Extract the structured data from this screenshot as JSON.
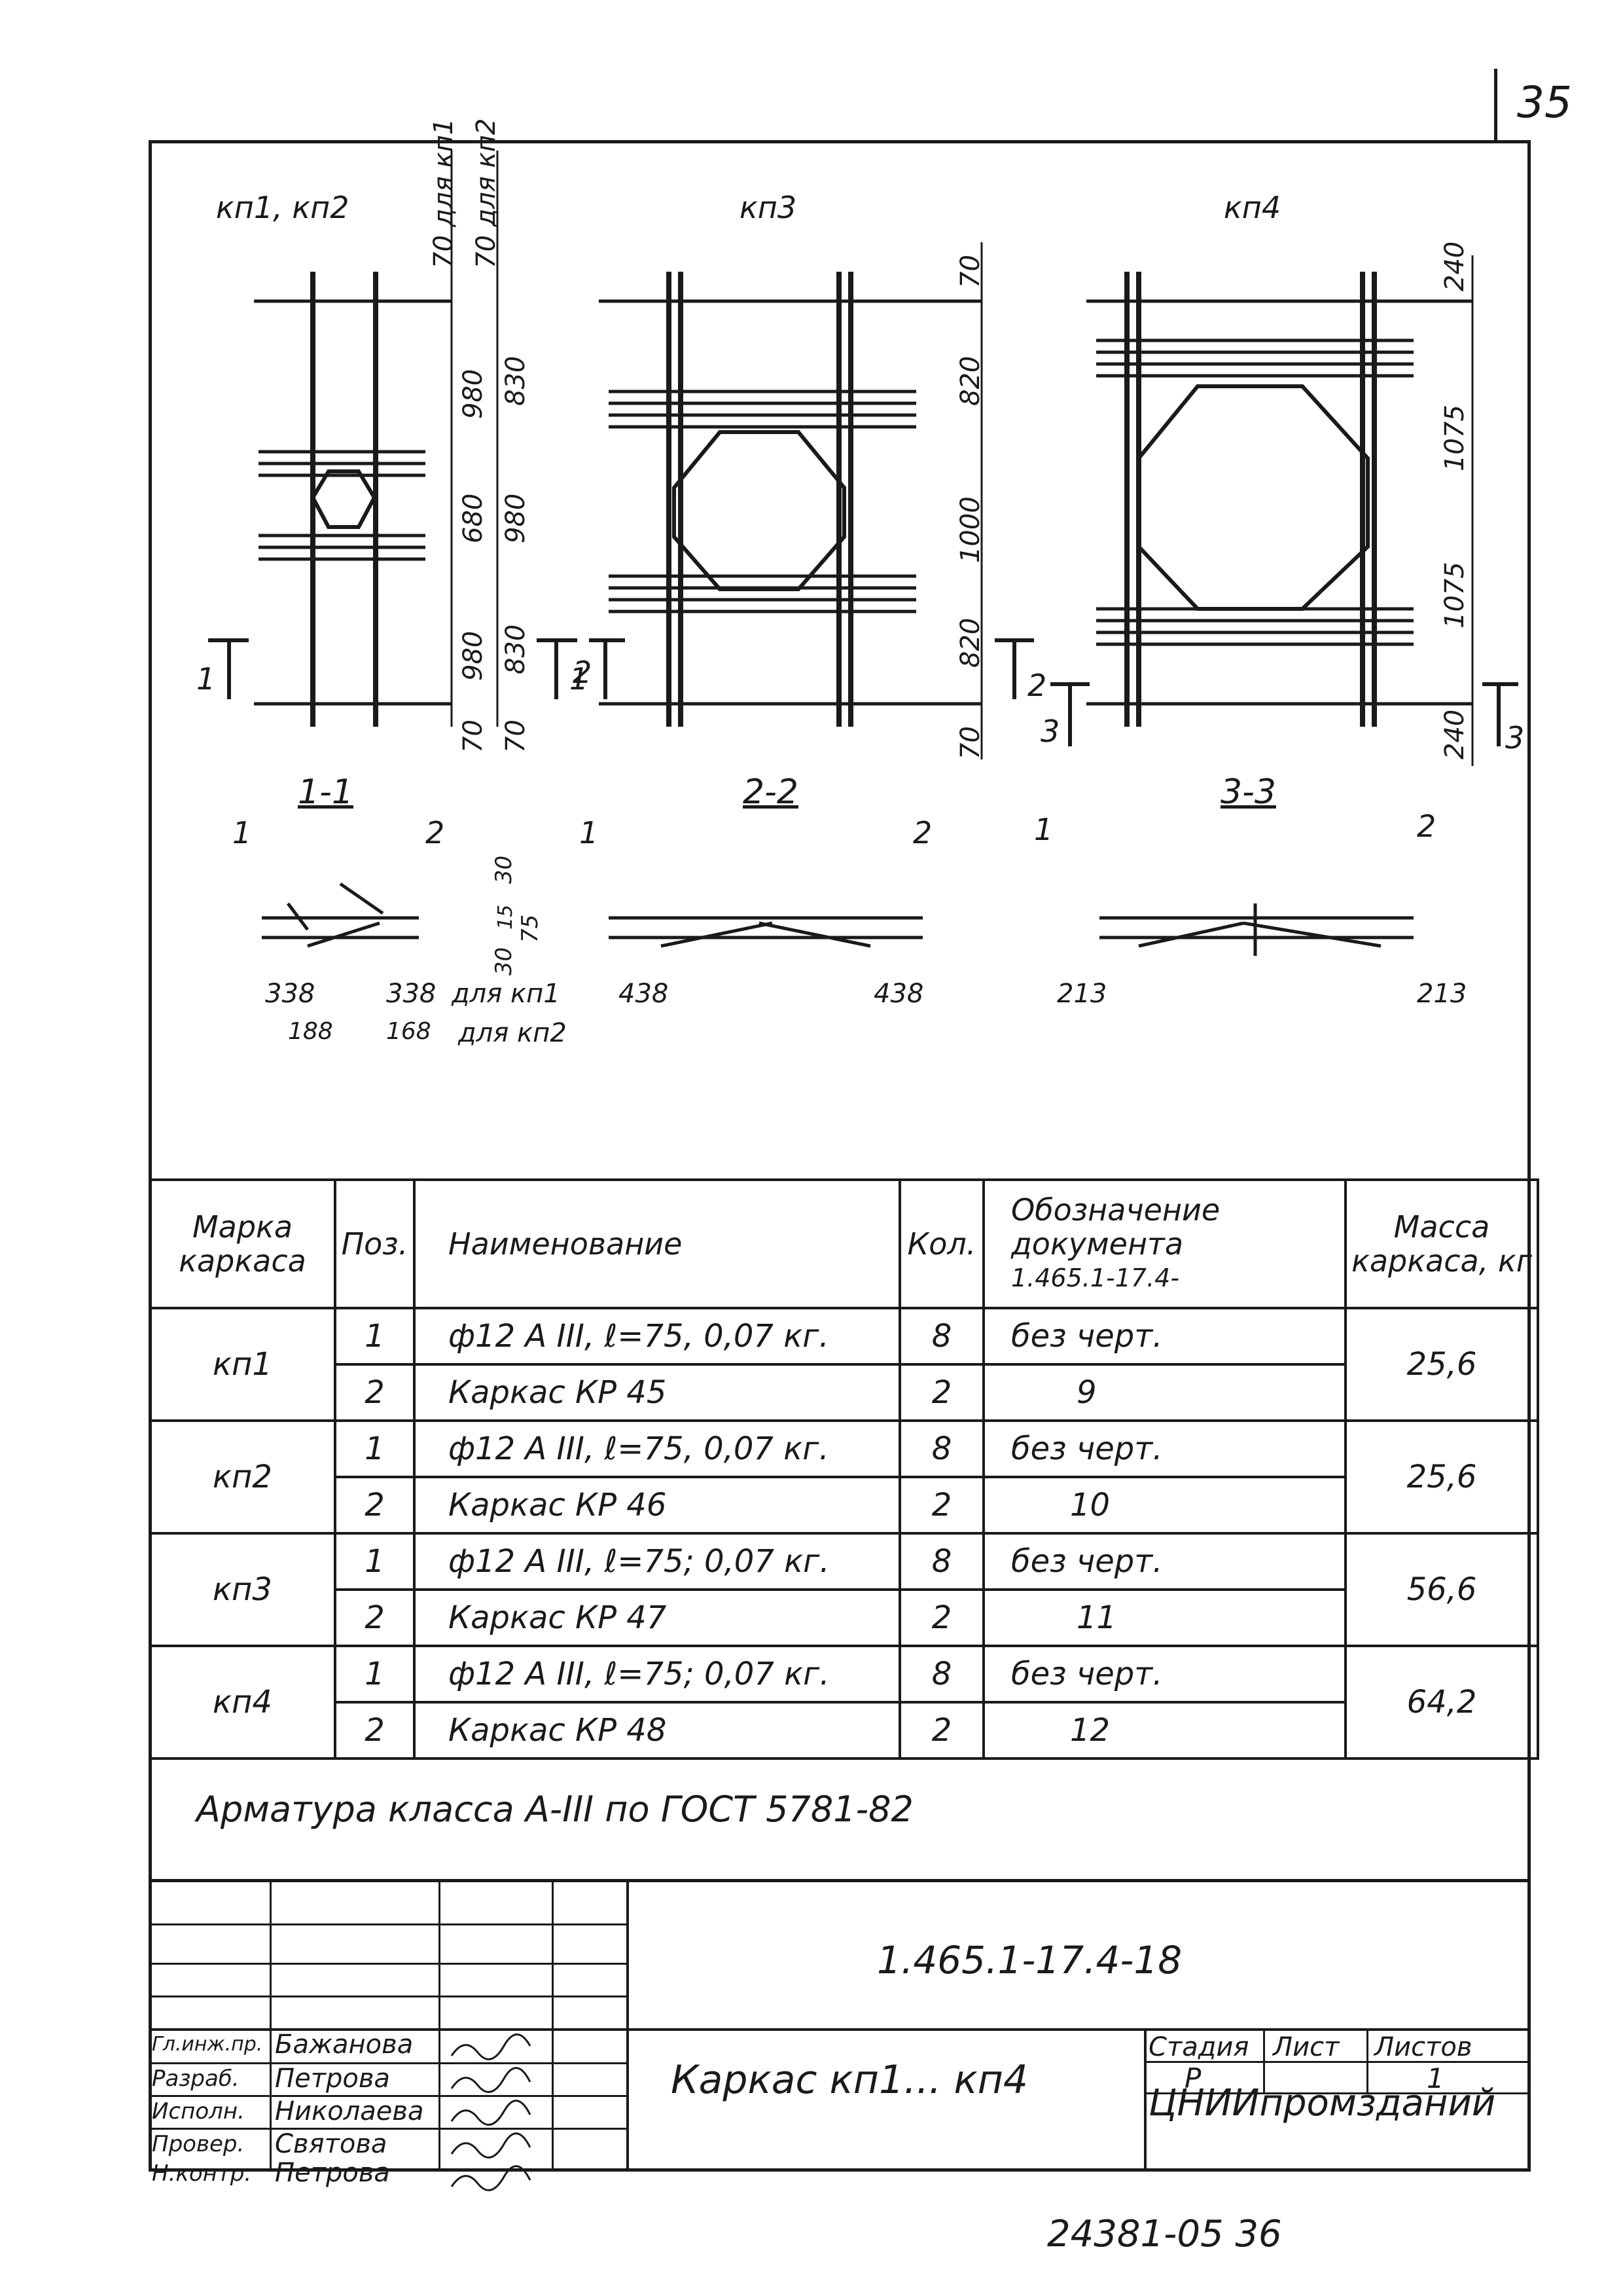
{
  "page_number": "35",
  "drawings": {
    "labels": {
      "kp1_kp2": "кп1, кп2",
      "kp3": "кп3",
      "kp4": "кп4",
      "dim_70_kp1": "70 для кп1",
      "dim_70_kp2": "70 для кп2"
    },
    "kp1_dims_left": [
      "980",
      "680",
      "980",
      "70"
    ],
    "kp1_dims_right": [
      "830",
      "980",
      "830",
      "70"
    ],
    "kp3_dims": [
      "70",
      "820",
      "1000",
      "820",
      "70"
    ],
    "kp4_dims": [
      "240",
      "1075",
      "1075",
      "240"
    ],
    "cut_marks": [
      "1",
      "1",
      "2",
      "2",
      "3",
      "3"
    ],
    "sections": {
      "s1": {
        "title": "1-1",
        "pos1": "1",
        "pos2": "2",
        "dims": [
          "338",
          "338",
          "188",
          "168",
          "30",
          "15",
          "75",
          "30"
        ],
        "note1": "для кп1",
        "note2": "для кп2"
      },
      "s2": {
        "title": "2-2",
        "pos1": "1",
        "pos2": "2",
        "dims": [
          "438",
          "438"
        ]
      },
      "s3": {
        "title": "3-3",
        "pos1": "1",
        "pos2": "2",
        "dims": [
          "213",
          "213"
        ]
      }
    }
  },
  "spec_table": {
    "headers": {
      "mark": "Марка каркаса",
      "pos": "Поз.",
      "name": "Наименование",
      "qty": "Кол.",
      "doc": "Обозначение документа",
      "doc_code": "1.465.1-17.4-",
      "mass": "Масса каркаса, кг"
    },
    "rows": [
      {
        "mark": "кп1",
        "mass": "25,6",
        "items": [
          {
            "pos": "1",
            "name": "ф12 А III, ℓ=75, 0,07 кг.",
            "qty": "8",
            "doc": "без черт."
          },
          {
            "pos": "2",
            "name": "Каркас КР 45",
            "qty": "2",
            "doc": "9"
          }
        ]
      },
      {
        "mark": "кп2",
        "mass": "25,6",
        "items": [
          {
            "pos": "1",
            "name": "ф12 А III, ℓ=75, 0,07 кг.",
            "qty": "8",
            "doc": "без черт."
          },
          {
            "pos": "2",
            "name": "Каркас КР 46",
            "qty": "2",
            "doc": "10"
          }
        ]
      },
      {
        "mark": "кп3",
        "mass": "56,6",
        "items": [
          {
            "pos": "1",
            "name": "ф12 А III, ℓ=75; 0,07 кг.",
            "qty": "8",
            "doc": "без черт."
          },
          {
            "pos": "2",
            "name": "Каркас КР 47",
            "qty": "2",
            "doc": "11"
          }
        ]
      },
      {
        "mark": "кп4",
        "mass": "64,2",
        "items": [
          {
            "pos": "1",
            "name": "ф12 А III, ℓ=75; 0,07 кг.",
            "qty": "8",
            "doc": "без черт."
          },
          {
            "pos": "2",
            "name": "Каркас КР 48",
            "qty": "2",
            "doc": "12"
          }
        ]
      }
    ],
    "note": "Арматура класса А-III по ГОСТ 5781-82"
  },
  "title_block": {
    "doc_code": "1.465.1-17.4-18",
    "title": "Каркас кп1... кп4",
    "stage_label": "Стадия",
    "sheet_label": "Лист",
    "sheets_label": "Листов",
    "stage": "Р",
    "sheets": "1",
    "org": "ЦНИИпромзданий",
    "people": [
      {
        "role": "Гл.инж.пр.",
        "name": "Бажанова"
      },
      {
        "role": "Разраб.",
        "name": "Петрова"
      },
      {
        "role": "Исполн.",
        "name": "Николаева"
      },
      {
        "role": "Провер.",
        "name": "Святова"
      },
      {
        "role": "Н.контр.",
        "name": "Петрова"
      }
    ]
  },
  "bottom_number": "24381-05 36"
}
